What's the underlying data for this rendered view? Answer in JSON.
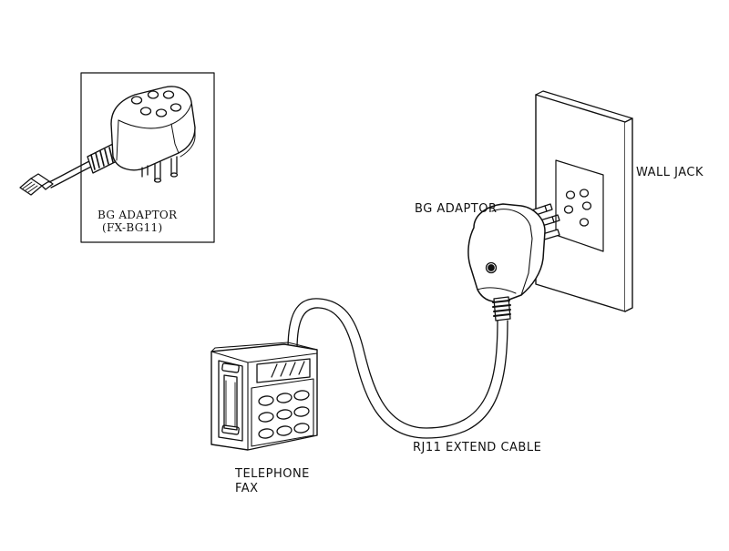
{
  "inset": {
    "title": "BG ADAPTOR",
    "model": "(FX-BG11)"
  },
  "labels": {
    "wall_jack": "WALL JACK",
    "bg_adaptor": "BG ADAPTOR",
    "cable": "RJ11  EXTEND  CABLE",
    "telephone": "TELEPHONE",
    "fax": "FAX"
  },
  "colors": {
    "ink": "#111111",
    "paper": "#ffffff"
  }
}
